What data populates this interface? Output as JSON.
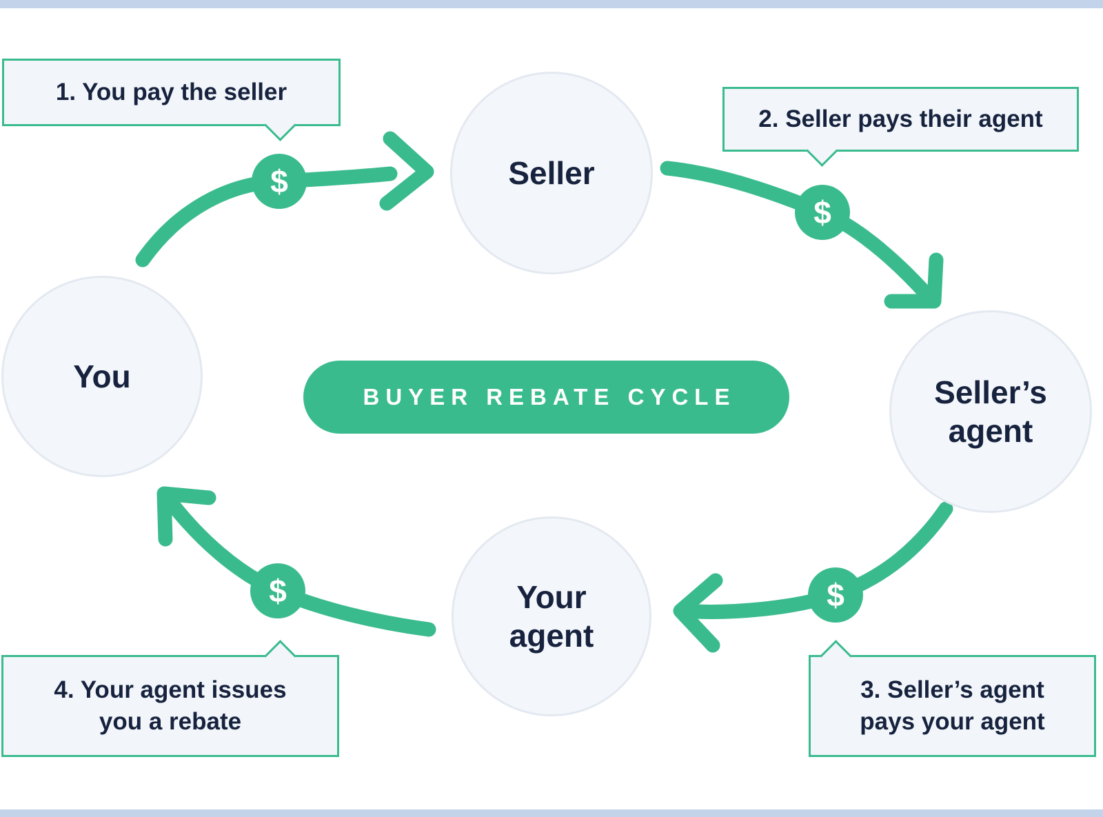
{
  "diagram": {
    "center_label": "BUYER REBATE CYCLE",
    "currency_symbol": "$",
    "nodes": {
      "you": {
        "label": "You"
      },
      "seller": {
        "label": "Seller"
      },
      "sellers_agent": {
        "label": "Seller’s agent"
      },
      "your_agent": {
        "label": "Your agent"
      }
    },
    "steps": [
      {
        "label": "1. You pay the seller"
      },
      {
        "label": "2. Seller pays their agent"
      },
      {
        "label": "3. Seller’s agent\npays your agent"
      },
      {
        "label": "4. Your agent issues\nyou a rebate"
      }
    ]
  },
  "colors": {
    "accent_green": "#3ABB8E",
    "navy_text": "#17233E",
    "node_fill": "#F3F6FA",
    "node_border": "#E4E9F1",
    "callout_fill": "#F2F6FB",
    "frame_blue": "#C3D3E9"
  }
}
